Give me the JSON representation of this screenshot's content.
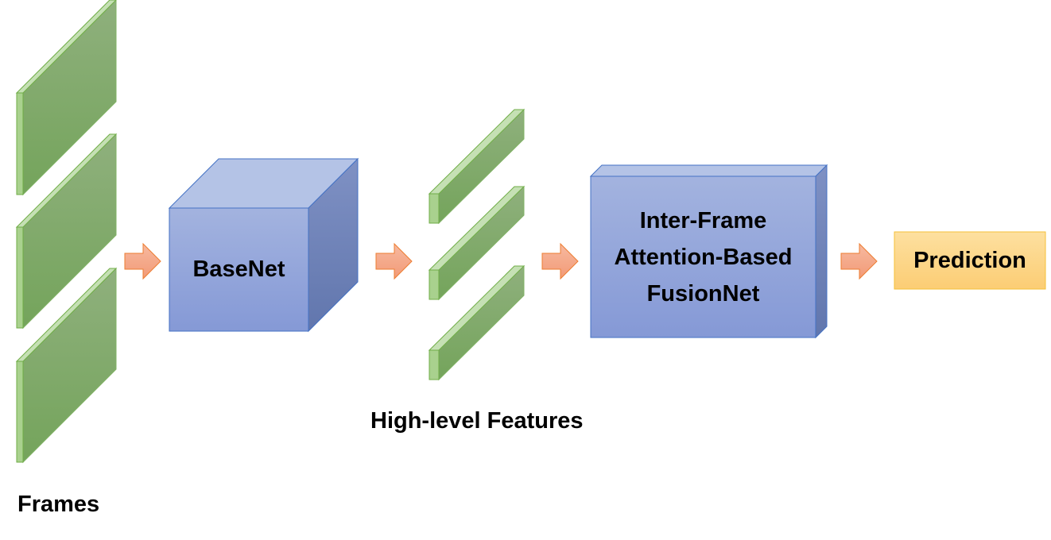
{
  "labels": {
    "frames": "Frames",
    "basenet": "BaseNet",
    "features": "High-level Features",
    "fusion_line1": "Inter-Frame",
    "fusion_line2": "Attention-Based",
    "fusion_line3": "FusionNet",
    "prediction": "Prediction"
  },
  "colors": {
    "frame_front": "#7da862",
    "frame_side": "#a8d08d",
    "frame_edge": "#70ad47",
    "cube_front": "#8da2d8",
    "cube_top": "#b4c3e6",
    "cube_side": "#6a7fb5",
    "cube_edge": "#4472c4",
    "arrow_fill": "#f4a989",
    "arrow_edge": "#ed7d31",
    "prediction_fill": "#fdd68a",
    "prediction_edge": "#f5c03a"
  }
}
